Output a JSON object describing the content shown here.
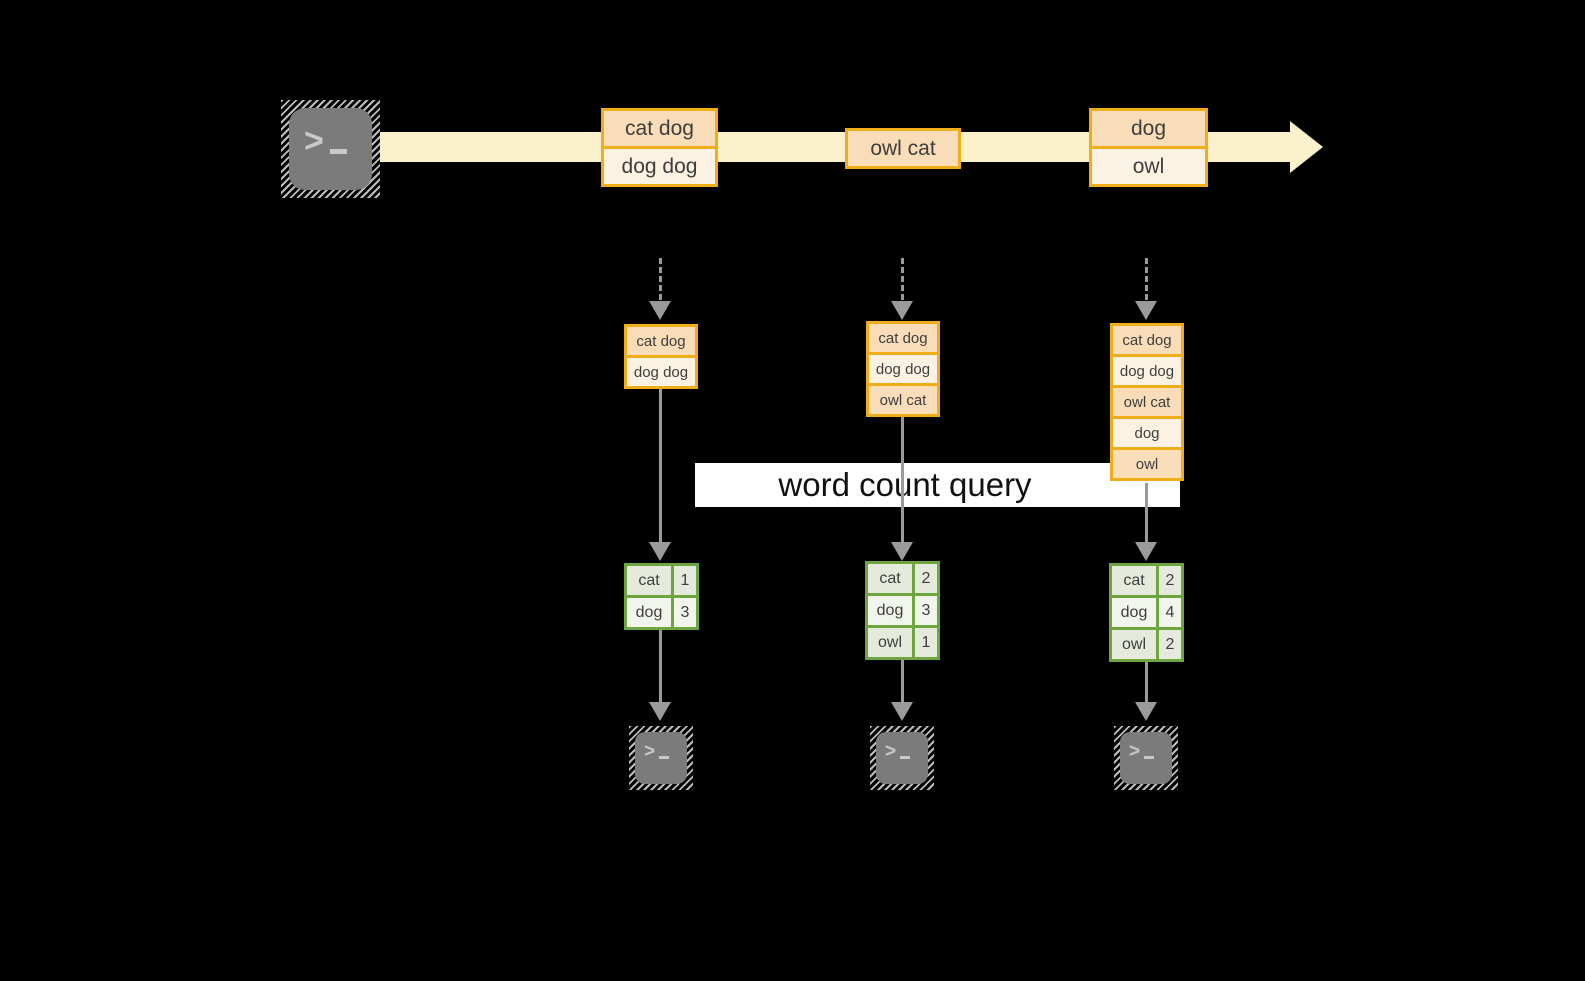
{
  "query_banner": {
    "label": "word count query"
  },
  "icons": {
    "prompt_chevron": ">"
  },
  "stream": {
    "messages": [
      {
        "lines": [
          "cat dog",
          "dog dog"
        ]
      },
      {
        "lines": [
          "owl cat"
        ]
      },
      {
        "lines": [
          "dog",
          "owl"
        ]
      }
    ]
  },
  "columns": [
    {
      "buffer": [
        "cat dog",
        "dog dog"
      ],
      "counts": [
        {
          "word": "cat",
          "count": 1
        },
        {
          "word": "dog",
          "count": 3
        }
      ]
    },
    {
      "buffer": [
        "cat dog",
        "dog dog",
        "owl cat"
      ],
      "counts": [
        {
          "word": "cat",
          "count": 2
        },
        {
          "word": "dog",
          "count": 3
        },
        {
          "word": "owl",
          "count": 1
        }
      ]
    },
    {
      "buffer": [
        "cat dog",
        "dog dog",
        "owl cat",
        "dog",
        "owl"
      ],
      "counts": [
        {
          "word": "cat",
          "count": 2
        },
        {
          "word": "dog",
          "count": 4
        },
        {
          "word": "owl",
          "count": 2
        }
      ]
    }
  ],
  "colors": {
    "background": "#000000",
    "stream_band": "#FBF2CD",
    "box_border": "#EFAD1A",
    "cell_peach": "#F9DCB8",
    "cell_cream": "#FCF2E3",
    "table_border": "#6FA53F",
    "cell_green_dark": "#E4EBDC",
    "cell_green_light": "#F1F5EC",
    "arrow_gray": "#9A9A9A",
    "terminal_gray": "#7B7B7B",
    "hatch_gray": "#BDBDBD",
    "text_dark": "#3E3E3E",
    "banner_bg": "#FFFFFF",
    "banner_text": "#111111"
  }
}
